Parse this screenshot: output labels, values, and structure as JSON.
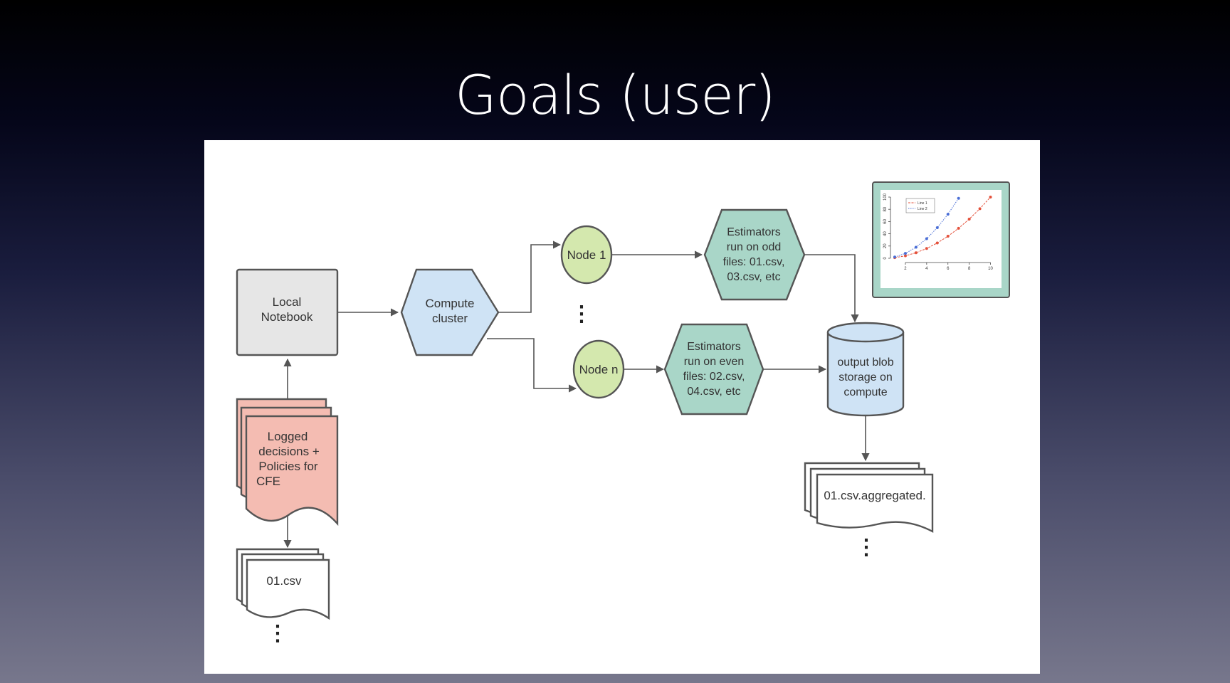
{
  "slide": {
    "title": "Goals (user)"
  },
  "nodes": {
    "local_notebook": {
      "lines": [
        "Local",
        "Notebook"
      ],
      "fill": "#e6e6e6"
    },
    "compute_cluster": {
      "lines": [
        "Compute",
        "cluster"
      ],
      "fill": "#cfe3f5"
    },
    "node_1": {
      "label": "Node 1",
      "fill": "#d4e8ae"
    },
    "node_n": {
      "label": "Node n",
      "fill": "#d4e8ae"
    },
    "estimators_odd": {
      "lines": [
        "Estimators",
        "run on odd",
        "files: 01.csv,",
        "03.csv, etc"
      ],
      "fill": "#a9d6c8"
    },
    "estimators_even": {
      "lines": [
        "Estimators",
        "run on even",
        "files: 02.csv,",
        "04.csv, etc"
      ],
      "fill": "#a9d6c8"
    },
    "output_blob": {
      "lines": [
        "output blob",
        "storage on",
        "compute"
      ],
      "fill": "#cfe3f5"
    },
    "logged_decisions": {
      "lines": [
        "Logged",
        "decisions +",
        "Policies for",
        "CFE"
      ],
      "fill": "#f4bcb2"
    },
    "csv_doc": {
      "label": "01.csv"
    },
    "aggregated_doc": {
      "label": "01.csv.aggregated."
    }
  },
  "ellipsis": "⋮",
  "chart_data": {
    "type": "line",
    "title": "",
    "xlabel": "",
    "ylabel": "",
    "xticks": [
      "2",
      "4",
      "6",
      "8",
      "10"
    ],
    "yticks": [
      "0",
      "20",
      "40",
      "60",
      "80",
      "100"
    ],
    "xlim": [
      1,
      10.5
    ],
    "ylim": [
      0,
      100
    ],
    "legend_position": "top-left",
    "series": [
      {
        "name": "Line 1",
        "color": "#e4513b",
        "x": [
          1,
          2,
          3,
          4,
          5,
          6,
          7,
          8,
          9,
          10
        ],
        "y": [
          1,
          4,
          9,
          16,
          25,
          36,
          49,
          64,
          81,
          100
        ]
      },
      {
        "name": "Line 2",
        "color": "#4a6ed6",
        "x": [
          1,
          2,
          3,
          4,
          5,
          6,
          7
        ],
        "y": [
          2,
          8,
          18,
          32,
          50,
          72,
          98
        ]
      }
    ],
    "frame_color": "#a9d6c8"
  }
}
